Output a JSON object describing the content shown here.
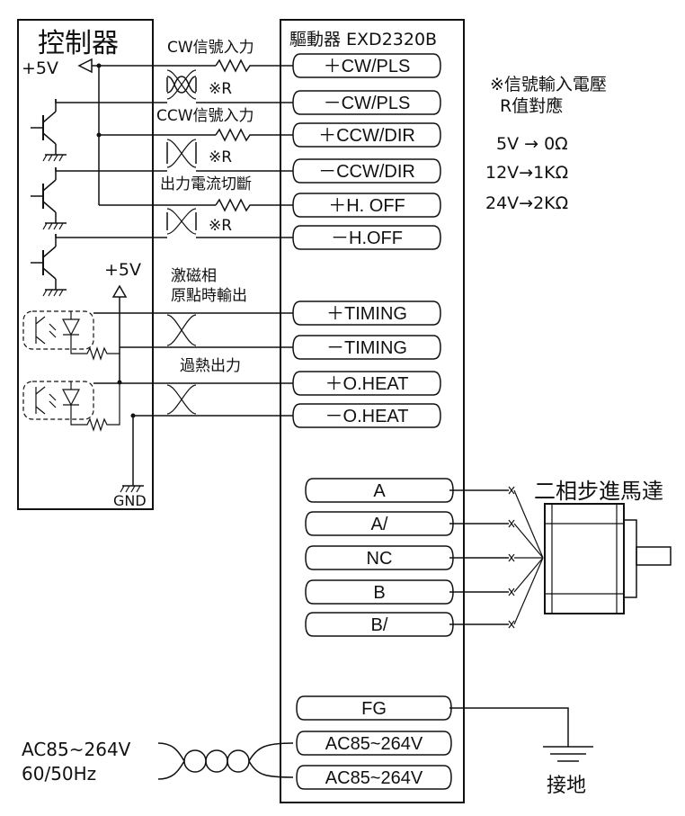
{
  "controller": {
    "title": "控制器",
    "vcc": "+5V",
    "vcc2": "+5V",
    "gnd": "GND"
  },
  "driver": {
    "title": "驅動器 EXD2320B",
    "inputs": [
      {
        "signal": "CW信號入力",
        "resistor": "※R",
        "terminals": [
          "＋CW/PLS",
          "－CW/PLS"
        ]
      },
      {
        "signal": "CCW信號入力",
        "resistor": "※R",
        "terminals": [
          "＋CCW/DIR",
          "－CCW/DIR"
        ]
      },
      {
        "signal": "出力電流切斷",
        "resistor": "※R",
        "terminals": [
          "＋H. OFF",
          "－H.OFF"
        ]
      }
    ],
    "outputs": [
      {
        "signal_lines": [
          "激磁相",
          "原點時輸出"
        ],
        "terminals": [
          "＋TIMING",
          "－TIMING"
        ]
      },
      {
        "signal_lines": [
          "過熱出力"
        ],
        "terminals": [
          "＋O.HEAT",
          "－O.HEAT"
        ]
      }
    ],
    "motor_terminals": [
      "A",
      "A/",
      "NC",
      "B",
      "B/"
    ],
    "power_terminals": [
      "FG",
      "AC85~264V",
      "AC85~264V"
    ]
  },
  "resistor_note": {
    "title": "※信號輸入電壓",
    "subtitle": "R值對應",
    "rows": [
      "5V  → 0Ω",
      "12V→1KΩ",
      "24V→2KΩ"
    ]
  },
  "motor": {
    "label": "二相步進馬達"
  },
  "ground": {
    "label": "接地"
  },
  "power": {
    "voltage": "AC85~264V",
    "frequency": "60/50Hz"
  }
}
